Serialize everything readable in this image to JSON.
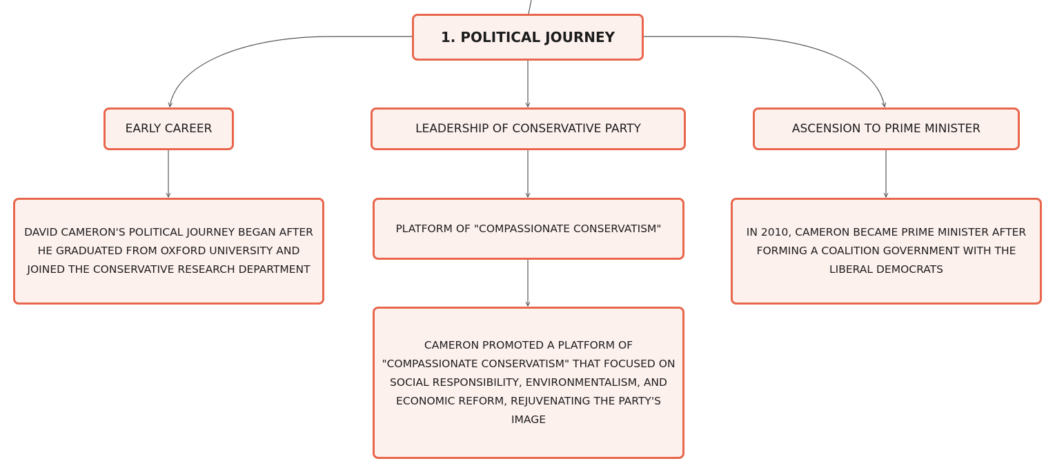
{
  "diagram": {
    "line_color": "#555555",
    "node_border_color": "#e8664c",
    "node_fill_color": "#fdf1ee",
    "root": {
      "label": "1. POLITICAL JOURNEY"
    },
    "branches": [
      {
        "label": "EARLY CAREER",
        "details": [
          "DAVID CAMERON'S POLITICAL JOURNEY BEGAN AFTER HE GRADUATED FROM OXFORD UNIVERSITY AND JOINED THE CONSERVATIVE RESEARCH DEPARTMENT"
        ]
      },
      {
        "label": "LEADERSHIP OF CONSERVATIVE PARTY",
        "details": [
          "PLATFORM OF \"COMPASSIONATE CONSERVATISM\"",
          "CAMERON PROMOTED A PLATFORM OF \"COMPASSIONATE CONSERVATISM\" THAT FOCUSED ON SOCIAL RESPONSIBILITY, ENVIRONMENTALISM, AND ECONOMIC REFORM, REJUVENATING THE PARTY'S IMAGE"
        ]
      },
      {
        "label": "ASCENSION TO PRIME MINISTER",
        "details": [
          "IN 2010, CAMERON BECAME PRIME MINISTER AFTER FORMING A COALITION GOVERNMENT WITH THE LIBERAL DEMOCRATS"
        ]
      }
    ]
  }
}
